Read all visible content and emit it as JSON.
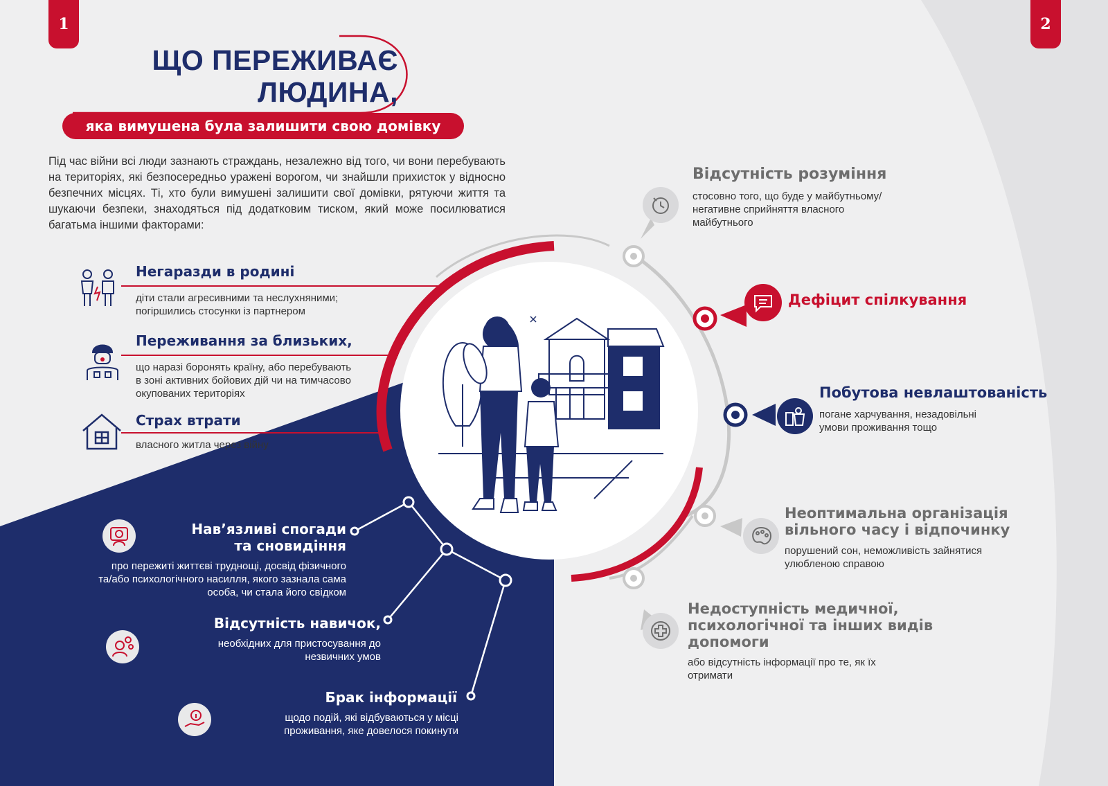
{
  "page_numbers": {
    "left": "1",
    "right": "2"
  },
  "title": {
    "line1": "ЩО ПЕРЕЖИВАЄ",
    "line2": "ЛЮДИНА,"
  },
  "subtitle": "яка вимушена була залишити свою домівку",
  "intro": "Під час війни всі люди зазнають страждань, незалежно від того, чи вони перебувають на територіях, які безпосередньо уражені ворогом, чи знайшли прихисток у відносно безпечних місцях. Ті, хто були вимушені залишити свої домівки, рятуючи життя та шукаючи безпеки, знаходяться під додатковим тиском, який може посилюватися багатьма іншими факторами:",
  "left_items": [
    {
      "heading": "Негаразди в родині",
      "desc1": "діти стали агресивними та неслухняними;",
      "desc2": "погіршились стосунки із партнером",
      "icon": "family-conflict-icon"
    },
    {
      "heading": "Переживання за близьких,",
      "desc1": "що наразі боронять країну, або перебувають",
      "desc2": "в зоні активних бойових дій чи на тимчасово",
      "desc3": "окупованих територіях",
      "icon": "soldier-icon"
    },
    {
      "heading": "Страх втрати",
      "desc1": "власного житла через війну",
      "icon": "house-icon"
    }
  ],
  "bottom_items": [
    {
      "heading1": "Нав’язливі спогади",
      "heading2": "та сновидіння",
      "desc1": "про пережиті життєві труднощі, досвід фізичного",
      "desc2": "та/або психологічного насилля, якого зазнала сама",
      "desc3": "особа, чи стала його свідком",
      "icon": "nightmare-icon"
    },
    {
      "heading": "Відсутність навичок,",
      "desc1": "необхідних для пристосування до",
      "desc2": "незвичних умов",
      "icon": "confused-person-icon"
    },
    {
      "heading": "Брак інформації",
      "desc1": "щодо подій, які відбуваються у місці",
      "desc2": "проживання, яке довелося покинути",
      "icon": "info-hand-icon"
    }
  ],
  "right_items": [
    {
      "heading": "Відсутність розуміння",
      "desc1": "стосовно того, що буде у майбутньому/",
      "desc2": "негативне сприйняття власного",
      "desc3": "майбутнього",
      "icon": "clock-icon"
    },
    {
      "heading": "Дефіцит спілкування",
      "icon": "chat-icon"
    },
    {
      "heading": "Побутова невлаштованість",
      "desc1": "погане харчування, незадовільні",
      "desc2": "умови проживання тощо",
      "icon": "groceries-icon"
    },
    {
      "heading1": "Неоптимальна організація",
      "heading2": "вільного часу і відпочинку",
      "desc1": "порушений сон, неможливість зайнятися",
      "desc2": "улюбленою справою",
      "icon": "palette-icon"
    },
    {
      "heading1": "Недоступність медичної,",
      "heading2": "психологічної та інших видів",
      "heading3": "допомоги",
      "desc1": "або відсутність інформації про те,  як їх",
      "desc2": "отримати",
      "icon": "medical-cross-icon"
    }
  ],
  "colors": {
    "navy": "#1e2d6b",
    "red": "#c8102e",
    "grey_bg": "#efeff0",
    "grey_text": "#6d6d6d"
  }
}
